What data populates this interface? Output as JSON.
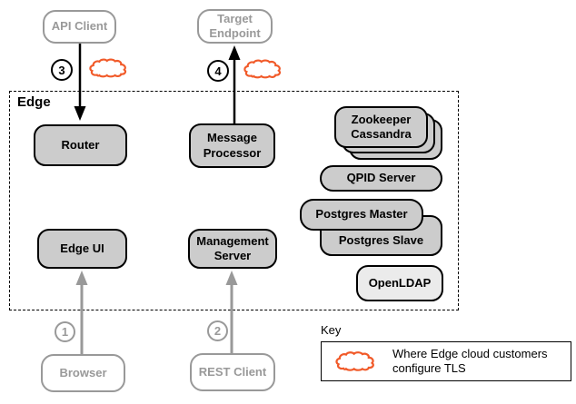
{
  "edge": {
    "label": "Edge"
  },
  "nodes": {
    "api_client": "API Client",
    "target_endpoint": "Target Endpoint",
    "router": "Router",
    "message_processor": "Message Processor",
    "zookeeper": "Zookeeper",
    "cassandra": "Cassandra",
    "qpid_server": "QPID Server",
    "postgres_master": "Postgres Master",
    "postgres_slave": "Postgres Slave",
    "openldap": "OpenLDAP",
    "edge_ui": "Edge UI",
    "management_server": "Management Server",
    "browser": "Browser",
    "rest_client": "REST Client"
  },
  "badges": {
    "step1": "1",
    "step2": "2",
    "step3": "3",
    "step4": "4"
  },
  "key": {
    "title": "Key",
    "description": "Where Edge cloud customers configure TLS"
  },
  "colors": {
    "node_fill": "#cccccc",
    "openldap_fill": "#ebebeb",
    "outline_black": "#000000",
    "muted_gray": "#999999",
    "tls_cloud_orange": "#f15a29"
  }
}
